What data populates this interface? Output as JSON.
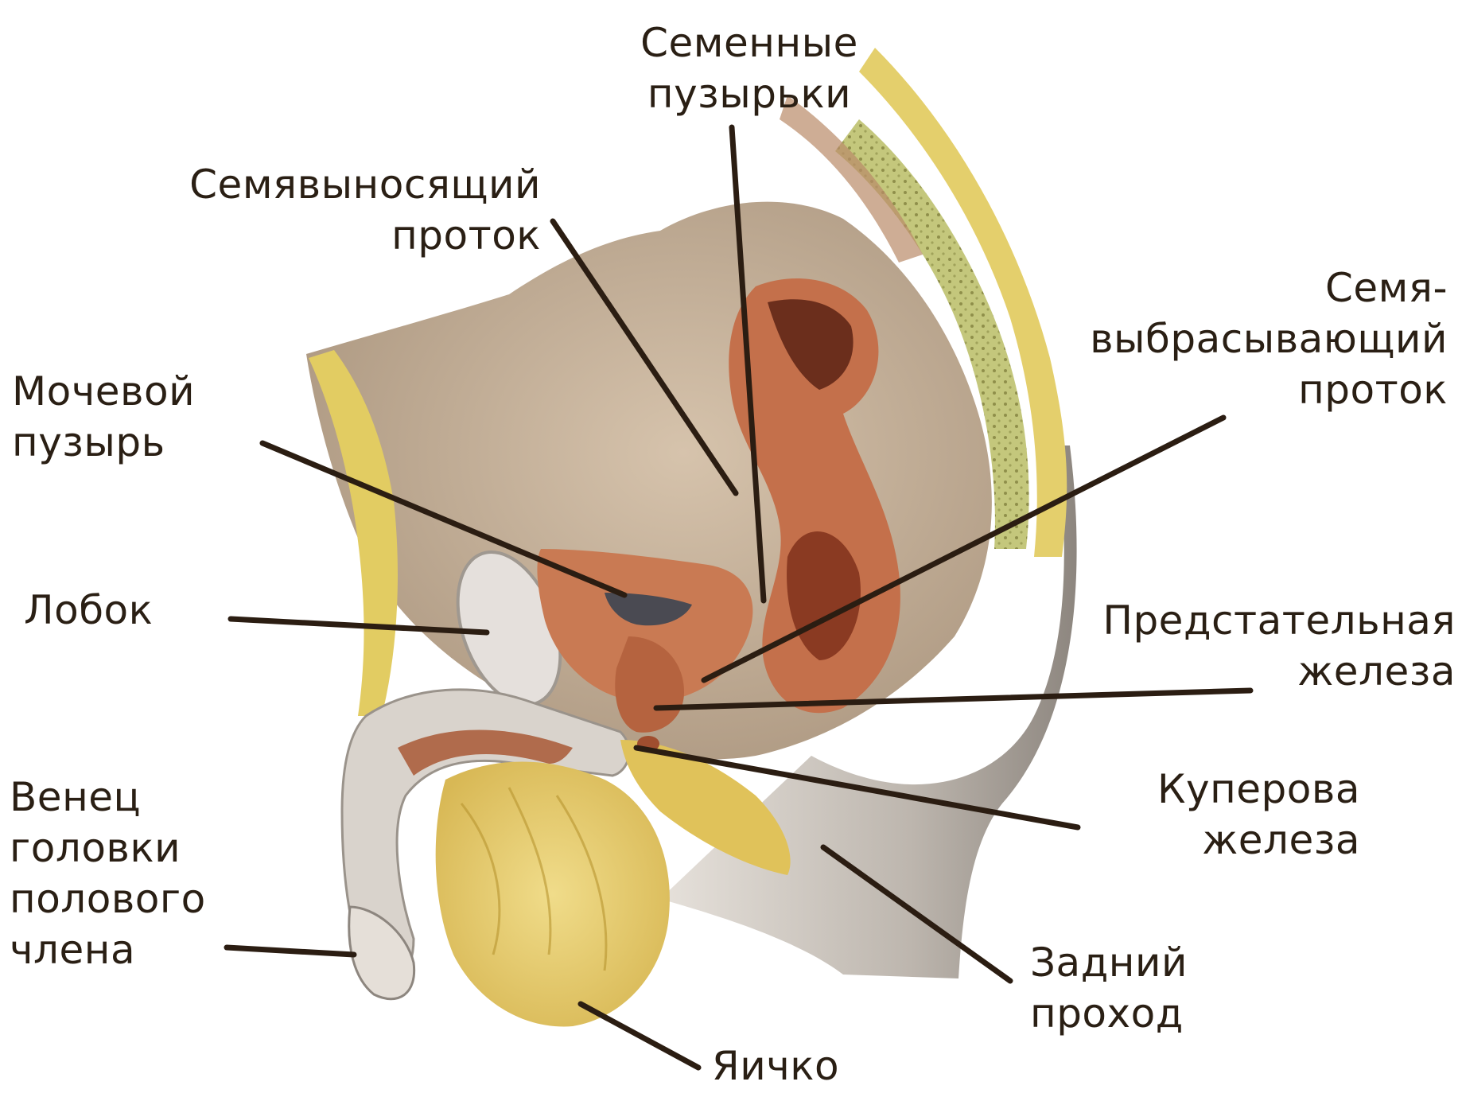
{
  "labels": {
    "seminal_vesicles": [
      "Семенные",
      "пузырьки"
    ],
    "vas_deferens": [
      "Семявыносящий",
      "проток"
    ],
    "ejaculatory_duct": [
      "Семя-",
      "выбрасывающий",
      "проток"
    ],
    "bladder": [
      "Мочевой",
      "пузырь"
    ],
    "pubis": [
      "Лобок"
    ],
    "prostate": [
      "Предстательная",
      "железа"
    ],
    "corona": [
      "Венец",
      "головки",
      "полового",
      "члена"
    ],
    "cowper": [
      "Куперова",
      "железа"
    ],
    "anus": [
      "Задний",
      "проход"
    ],
    "testis": [
      "Яичко"
    ]
  },
  "colors": {
    "label_text": "#2a1f14",
    "leader_line": "#2b1d12",
    "tissue_beige": "#c9b39a",
    "fat_yellow": "#e8d27a",
    "muscle_red": "#c5734c",
    "bone_green": "#b9bd6e",
    "skin_gray": "#b8b2ab"
  }
}
